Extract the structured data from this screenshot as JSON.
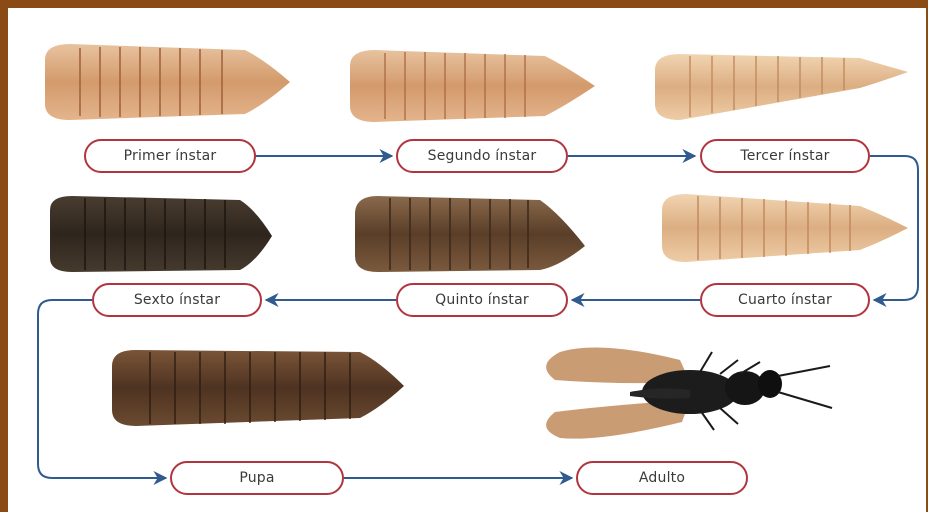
{
  "stages": [
    {
      "id": "primer",
      "label": "Primer ínstar"
    },
    {
      "id": "segundo",
      "label": "Segundo ínstar"
    },
    {
      "id": "tercer",
      "label": "Tercer ínstar"
    },
    {
      "id": "cuarto",
      "label": "Cuarto ínstar"
    },
    {
      "id": "quinto",
      "label": "Quinto ínstar"
    },
    {
      "id": "sexto",
      "label": "Sexto ínstar"
    },
    {
      "id": "pupa",
      "label": "Pupa"
    },
    {
      "id": "adulto",
      "label": "Adulto"
    }
  ],
  "colors": {
    "frame": "#8a4b14",
    "label_border": "#b0353e",
    "arrow": "#2f5b8f",
    "larva_pale": "#d9a87a",
    "larva_mid": "#c9875e",
    "larva_dark": "#3b2f25",
    "larva_brown": "#6b4a30",
    "fly_body": "#1c1c1c",
    "fly_wing": "#b87b45"
  },
  "icons": [
    "larva-image",
    "pupa-image",
    "adult-fly-image",
    "arrow-right-icon",
    "arrow-left-icon"
  ]
}
